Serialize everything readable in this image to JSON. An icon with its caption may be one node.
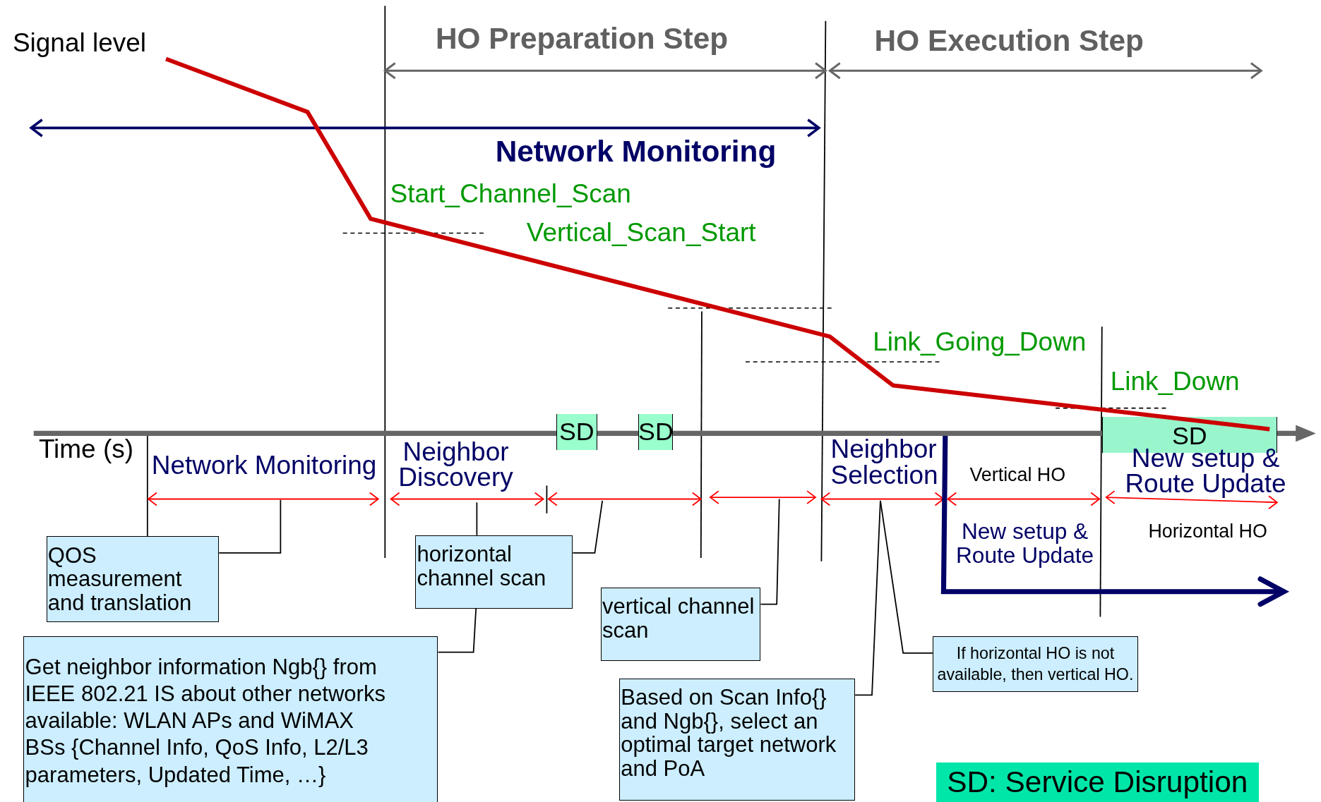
{
  "diagram": {
    "nodes": [
      {
        "text": [
          "SD"
        ]
      },
      {
        "text": [
          "SD"
        ]
      },
      {
        "text": [
          "SD"
        ]
      },
      {
        "text": [
          "QOS measurement and translation"
        ]
      },
      {
        "text": [
          "horizontal channel scan"
        ]
      },
      {
        "text": [
          "vertical channel scan"
        ]
      },
      {
        "text": [
          "If horizontal HO is not available, then vertical HO."
        ]
      },
      {
        "text": [
          "Get neighbor information Ngb{} from IEEE 802.21 IS about other networks available: WLAN APs and WiMAX BSs {Channel Info, QoS Info, L2/L3 parameters, Updated Time, …}"
        ]
      },
      {
        "text": [
          "Based on Scan Info{} and Ngb{}, select an optimal target network and PoA"
        ]
      },
      {
        "text": [
          "SD: Service Disruption"
        ]
      }
    ],
    "edges": [
      {
        "from": 3,
        "to": null,
        "arrow": "none"
      },
      {
        "from": 7,
        "to": 4,
        "arrow": "none"
      },
      {
        "from": 4,
        "to": null,
        "arrow": "none"
      },
      {
        "from": 4,
        "to": null,
        "arrow": "none"
      },
      {
        "from": 5,
        "to": null,
        "arrow": "none"
      },
      {
        "from": 8,
        "to": null,
        "arrow": "none"
      },
      {
        "from": 6,
        "to": null,
        "arrow": "none"
      }
    ],
    "labels": [
      "Signal level",
      "HO Preparation Step",
      "HO Execution Step",
      "Network Monitoring",
      "Start_Channel_Scan",
      "Vertical_Scan_Start",
      "Link_Going_Down",
      "Link_Down",
      "Time (s)",
      "Network Monitoring",
      "Neighbor Discovery",
      "Neighbor Selection",
      "Vertical HO",
      "New setup & Route Update",
      "Horizontal HO",
      "New setup & Route Update"
    ]
  }
}
